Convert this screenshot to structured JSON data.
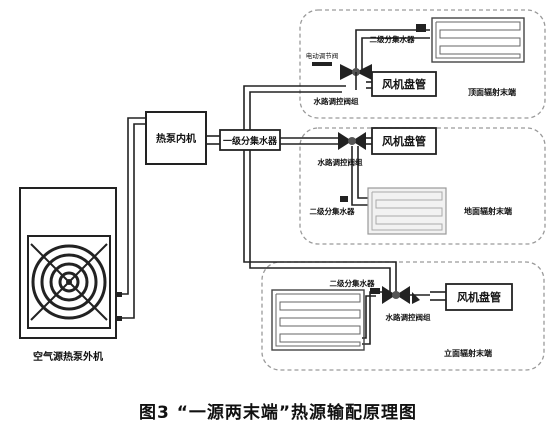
{
  "caption": "图3 “一源两末端”热源输配原理图",
  "outdoor_unit": {
    "label": "空气源热泵外机",
    "fan_icon": "fan-icon"
  },
  "indoor_unit": {
    "label": "热泵内机"
  },
  "primary_distributor": {
    "label": "一级分集水器"
  },
  "zones": [
    {
      "id": "wall-zone",
      "fan_coil_label": "风机盘管",
      "secondary_distributor_label": "二级分集水器",
      "valve_label": "水路调控阀组",
      "small_label": "电动调节阀",
      "radiant_label": "顶面辐射末端"
    },
    {
      "id": "floor-zone",
      "fan_coil_label": "风机盘管",
      "secondary_distributor_label": "二级分集水器",
      "valve_label": "水路调控阀组",
      "radiant_label": "地面辐射末端"
    },
    {
      "id": "vertical-zone",
      "fan_coil_label": "风机盘管",
      "secondary_distributor_label": "二级分集水器",
      "valve_label": "水路调控阀组",
      "radiant_label": "立面辐射末端"
    }
  ]
}
